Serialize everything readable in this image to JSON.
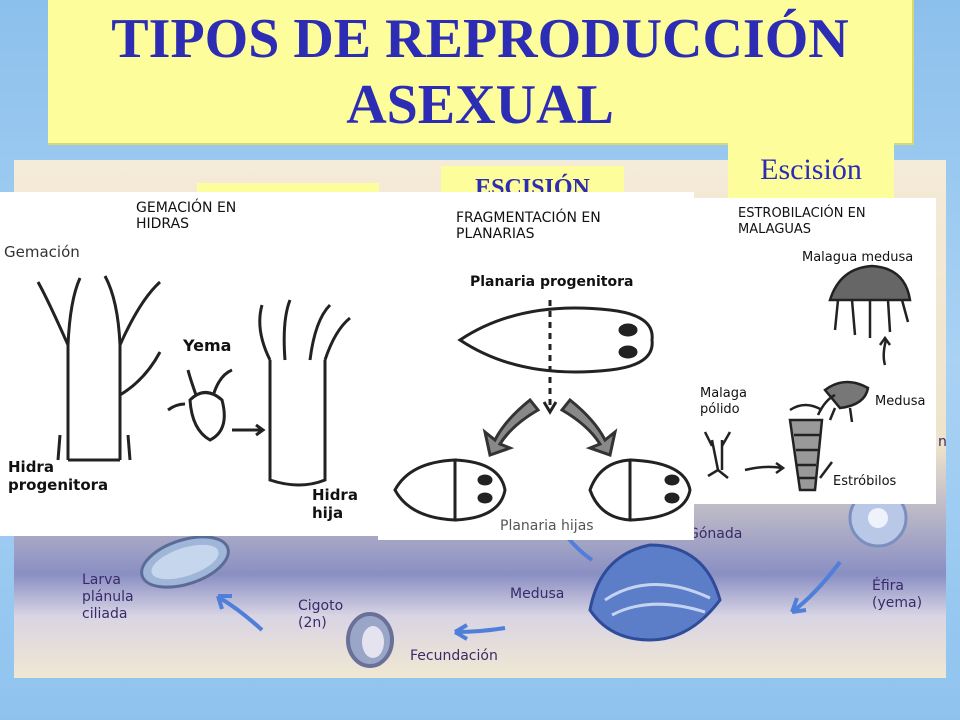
{
  "title": {
    "line1": "TIPOS DE REPRODUCCIÓN",
    "line2": "ASEXUAL"
  },
  "labels": {
    "escision_bold": "ESCISIÓN",
    "escision": "Escisión"
  },
  "gemacion": {
    "heading": "GEMACIÓN EN\nHIDRAS",
    "side_label": "Gemación",
    "yema": "Yema",
    "progenitora": "Hidra\nprogenitora",
    "hija": "Hidra\nhija"
  },
  "fragmentacion": {
    "heading": "FRAGMENTACIÓN EN\nPLANARIAS",
    "progenitora": "Planaria progenitora",
    "hijas": "Planaria hijas"
  },
  "estrobilacion": {
    "heading": "ESTROBILACIÓN EN\nMALAGUAS",
    "malagua_medusa": "Malagua medusa",
    "polido": "Malaga\npólido",
    "medusa": "Medusa",
    "estrobilos": "Estróbilos"
  },
  "ciclo": {
    "larva": "Larva\nplánula\nciliada",
    "cigoto": "Cigoto\n(2n)",
    "medusa": "Medusa",
    "gonada": "Gónada",
    "fecundacion": "Fecundación",
    "efira": "Éfira\n(yema)",
    "partial_n": "n"
  },
  "colors": {
    "title": "#2c2cb4",
    "label_bg": "#fdfd9c",
    "arrows": "#4f7fd8"
  }
}
